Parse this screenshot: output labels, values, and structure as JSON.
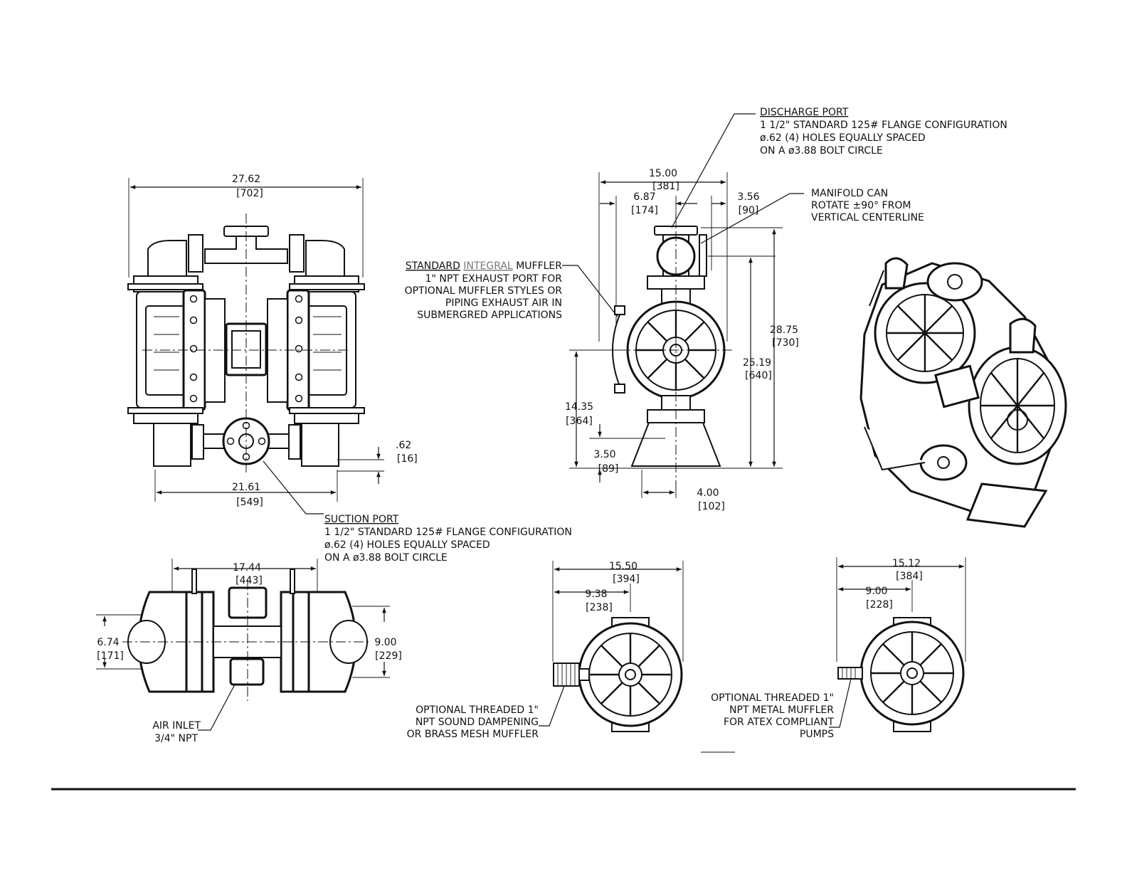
{
  "front_view": {
    "overall_width": "27.62",
    "overall_width_mm": "[702]",
    "suction_span": "21.61",
    "suction_span_mm": "[549]",
    "flange_offset": ".62",
    "flange_offset_mm": "[16]"
  },
  "suction_port": {
    "title": "SUCTION PORT",
    "lines": [
      "1 1/2\" STANDARD 125# FLANGE CONFIGURATION",
      "ø.62 (4) HOLES EQUALLY SPACED",
      "ON A ø3.88 BOLT CIRCLE"
    ]
  },
  "discharge_port": {
    "title": "DISCHARGE PORT",
    "lines": [
      "1 1/2\" STANDARD 125# FLANGE CONFIGURATION",
      "ø.62 (4) HOLES EQUALLY SPACED",
      "ON A ø3.88 BOLT CIRCLE"
    ]
  },
  "manifold_note": [
    "MANIFOLD CAN",
    "ROTATE ±90° FROM",
    "VERTICAL CENTERLINE"
  ],
  "muffler_note": {
    "word1": "STANDARD",
    "word2": "INTEGRAL",
    "word3": "MUFFLER",
    "lines": [
      "1\" NPT EXHAUST PORT FOR",
      "OPTIONAL MUFFLER STYLES OR",
      "PIPING EXHAUST AIR IN",
      "SUBMERGRED APPLICATIONS"
    ]
  },
  "side_view": {
    "width": "15.00",
    "width_mm": "[381]",
    "left_offset": "6.87",
    "left_offset_mm": "[174]",
    "right_offset": "3.56",
    "right_offset_mm": "[90]",
    "height_total": "28.75",
    "height_total_mm": "[730]",
    "height_port": "25.19",
    "height_port_mm": "[640]",
    "height_center": "14.35",
    "height_center_mm": "[364]",
    "height_suction": "3.50",
    "height_suction_mm": "[89]",
    "base_offset": "4.00",
    "base_offset_mm": "[102]"
  },
  "top_view": {
    "width": "17.44",
    "width_mm": "[443]",
    "depth_left": "6.74",
    "depth_left_mm": "[171]",
    "depth_right": "9.00",
    "depth_right_mm": "[229]",
    "air_inlet": [
      "AIR INLET",
      "3/4\" NPT"
    ]
  },
  "muffler_view_a": {
    "width": "15.50",
    "width_mm": "[394]",
    "offset": "9.38",
    "offset_mm": "[238]",
    "note": [
      "OPTIONAL THREADED 1\"",
      "NPT SOUND DAMPENING",
      "OR BRASS MESH MUFFLER"
    ]
  },
  "muffler_view_b": {
    "width": "15.12",
    "width_mm": "[384]",
    "offset": "9.00",
    "offset_mm": "[228]",
    "note": [
      "OPTIONAL THREADED 1\"",
      "NPT METAL MUFFLER",
      "FOR ATEX COMPLIANT",
      "PUMPS"
    ]
  }
}
